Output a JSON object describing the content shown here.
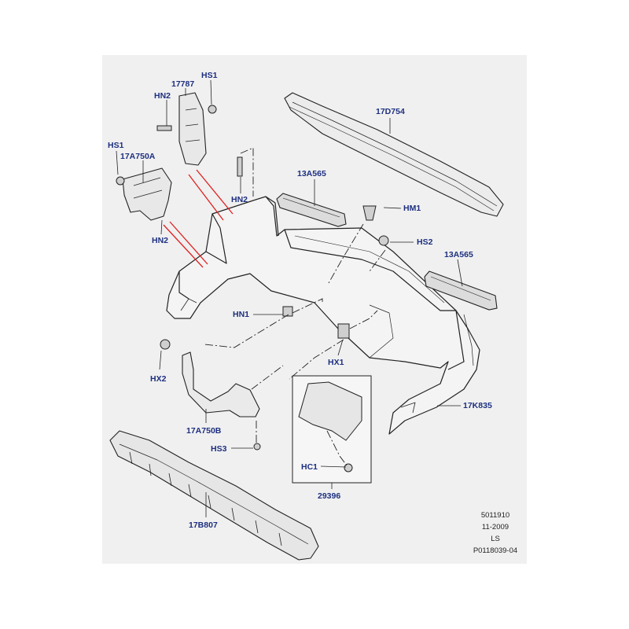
{
  "diagram": {
    "part_labels": {
      "hs1_top": "HS1",
      "p17787": "17787",
      "hn2_top": "HN2",
      "hs1_left": "HS1",
      "p17a750a": "17A750A",
      "hn2_left": "HN2",
      "hn2_mid": "HN2",
      "p13a565_top": "13A565",
      "hm1": "HM1",
      "p17d754": "17D754",
      "hs2": "HS2",
      "p13a565_right": "13A565",
      "hn1": "HN1",
      "hx1": "HX1",
      "hx2": "HX2",
      "p17a750b": "17A750B",
      "hs3": "HS3",
      "hc1": "HC1",
      "p29396": "29396",
      "p17k835": "17K835",
      "p17b807": "17B807"
    },
    "reference_block": {
      "line1": "5011910",
      "line2": "11-2009",
      "line3": "LS",
      "line4": "P0118039-04"
    }
  },
  "colors": {
    "panel": "#f0f0f0",
    "label": "#1d2f80",
    "line": "#222222",
    "highlight": "#e02020"
  }
}
